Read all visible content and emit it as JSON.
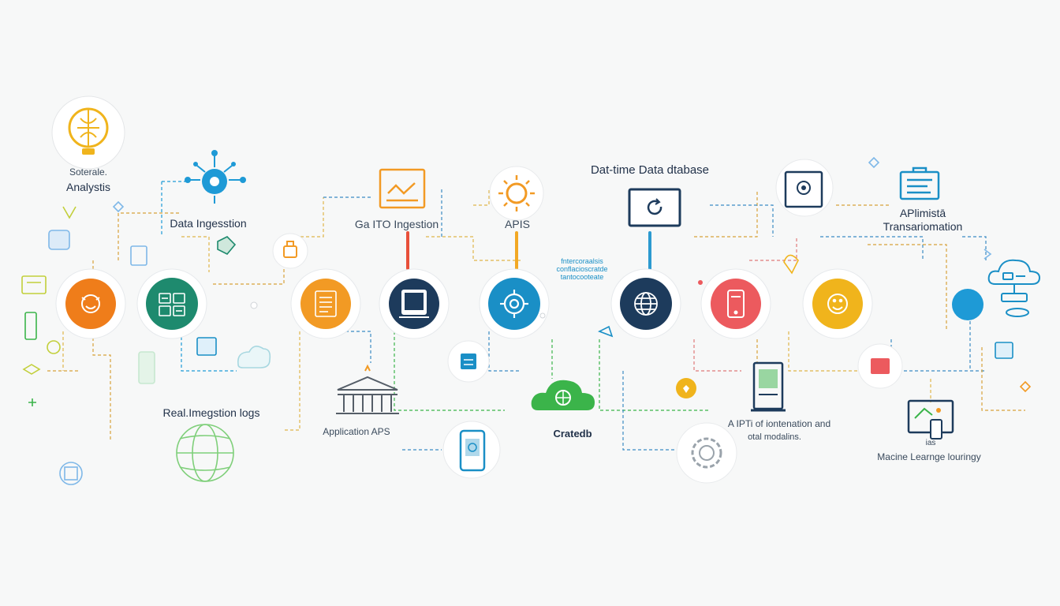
{
  "labels": {
    "top_left_line1": "Soterale.",
    "top_left_line2": "Analystis",
    "data_ingestion": "Data Ingesstion",
    "gaito_ingestion": "Ga ITO Ingestion",
    "apis": "APIS",
    "datetime_db": "Dat-time Data dtabase",
    "apilimits_line1": "APlimistā",
    "apilimits_line2": "Transariomation",
    "real_logs": "Real.Imegstion logs",
    "application_aps": "Application APS",
    "cratedb": "Cratedb",
    "apti_line1": "A IPTi of iontenation and",
    "apti_line2": "otal modalins.",
    "ml_small": "ias",
    "ml_label": "Macine Learnge louringy",
    "micro_line1": "fntercoraalsis",
    "micro_line2": "conflacioscratde",
    "micro_line3": "tantocooteate"
  },
  "colors": {
    "orange": "#ef7d1a",
    "green": "#1e8a6e",
    "amber": "#f29a24",
    "navy": "#1d3b5c",
    "blue": "#1a8fc6",
    "red": "#ec5a5e",
    "yellow": "#f0b41c",
    "sky": "#1e9ad6",
    "bright_green": "#3bb44a"
  },
  "pipeline_nodes": [
    {
      "name": "node-orange",
      "icon": "gear-smile-icon",
      "color": "#ef7d1a"
    },
    {
      "name": "node-green",
      "icon": "grid-blocks-icon",
      "color": "#1e8a6e"
    },
    {
      "name": "node-amber",
      "icon": "document-list-icon",
      "color": "#f29a24"
    },
    {
      "name": "node-navy",
      "icon": "monitor-icon",
      "color": "#1d3b5c"
    },
    {
      "name": "node-blue",
      "icon": "cog-icon",
      "color": "#1a8fc6"
    },
    {
      "name": "node-globe",
      "icon": "globe-icon",
      "color": "#1d3b5c"
    },
    {
      "name": "node-red",
      "icon": "mobile-icon",
      "color": "#ec5a5e"
    },
    {
      "name": "node-yellow",
      "icon": "smiley-icon",
      "color": "#f0b41c"
    },
    {
      "name": "node-end",
      "icon": "dot-icon",
      "color": "#1e9ad6"
    }
  ]
}
